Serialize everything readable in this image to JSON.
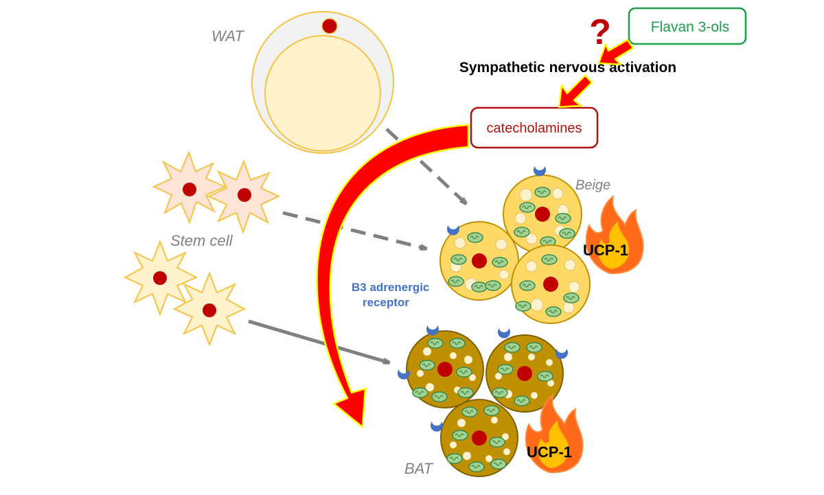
{
  "labels": {
    "wat": "WAT",
    "stem_cell": "Stem cell",
    "beige": "Beige",
    "bat": "BAT",
    "ucp1_beige": "UCP-1",
    "ucp1_bat": "UCP-1",
    "b3_line1": "B3 adrenergic",
    "b3_line2": "receptor",
    "sympathetic": "Sympathetic nervous activation",
    "catecholamines": "catecholamines",
    "flavan": "Flavan 3-ols",
    "question": "?"
  },
  "colors": {
    "wat_outer": "#f2f2f2",
    "wat_inner": "#fff2cc",
    "wat_stroke": "#f6c342",
    "nucleus": "#c00000",
    "beige_cell": "#ffd966",
    "bat_cell": "#bf9000",
    "stem_fill_a": "#fce4d6",
    "stem_fill_b": "#fff2cc",
    "mito_fill": "#a9d18e",
    "mito_stroke": "#2e8b57",
    "receptor": "#4472c4",
    "arrow_red": "#ff0000",
    "arrow_outline": "#ffff00",
    "flame": "#ff6a1a",
    "flame_inner": "#ffc000",
    "grey_arrow": "#808080",
    "catechol_border": "#b01010",
    "flavan_border": "#1a9e4a",
    "b3_text": "#4472c4"
  }
}
